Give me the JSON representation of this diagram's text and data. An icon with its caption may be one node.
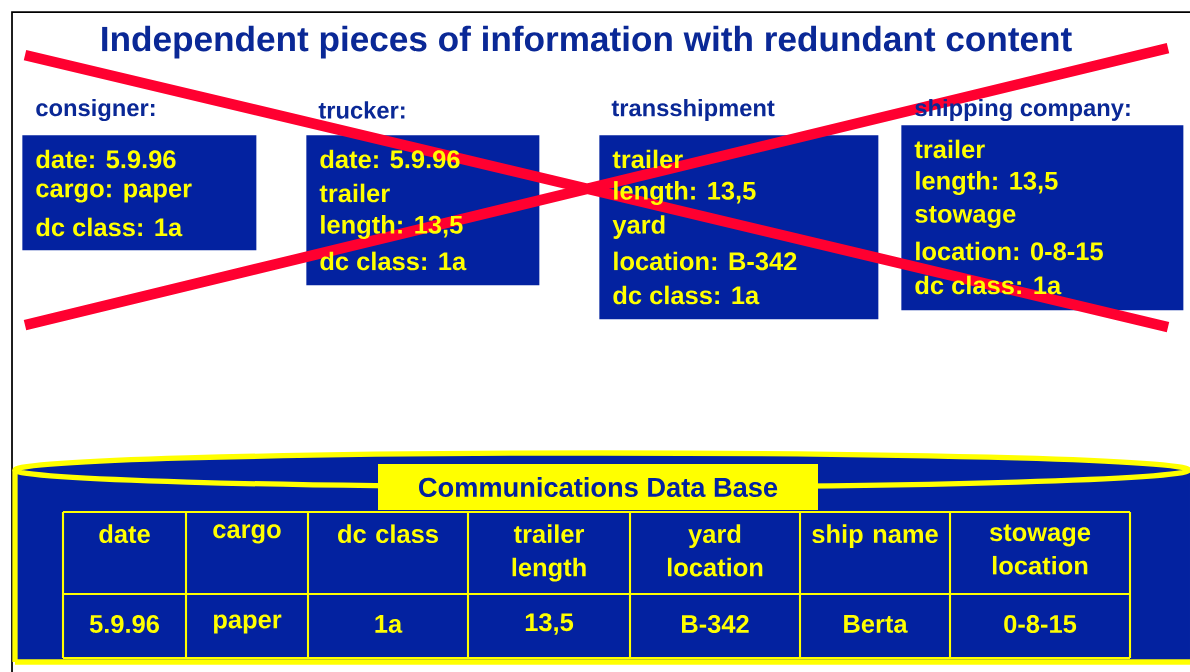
{
  "diagram": {
    "title": "Independent pieces of information with redundant content",
    "nodes": [
      {
        "text": [
          "consigner:",
          "date: 5.9.96",
          "cargo: paper",
          "dc class: 1a"
        ]
      },
      {
        "text": [
          "trucker:",
          "date: 5.9.96",
          "trailer",
          "length: 13,5",
          "dc class: 1a"
        ]
      },
      {
        "text": [
          "transshipment",
          "trailer",
          "length: 13,5",
          "yard",
          "location: B-342",
          "dc class: 1a"
        ]
      },
      {
        "text": [
          "shipping company:",
          "trailer",
          "length: 13,5",
          "stowage",
          "location: 0-8-15",
          "dc class: 1a"
        ]
      },
      {
        "text": [],
        "shape": "cylinder"
      },
      {
        "text": [
          "Communications Data Base"
        ],
        "in": 4
      }
    ],
    "labels": [
      "date",
      "cargo",
      "dc class",
      "trailer length",
      "yard location",
      "ship name",
      "stowage location",
      "5.9.96",
      "paper",
      "1a",
      "13,5",
      "B-342",
      "Berta",
      "0-8-15"
    ]
  }
}
